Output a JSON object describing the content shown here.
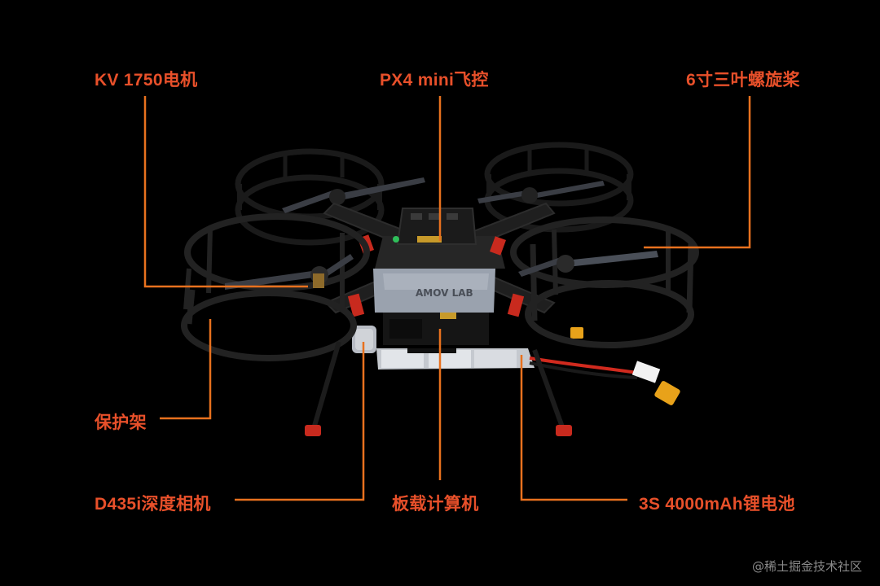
{
  "labels": {
    "motor": "KV 1750电机",
    "flight_controller": "PX4 mini飞控",
    "propeller": "6寸三叶螺旋桨",
    "guard": "保护架",
    "camera": "D435i深度相机",
    "computer": "板载计算机",
    "battery": "3S 4000mAh锂电池"
  },
  "onboard_text": {
    "computer_brand": "AMOV LAB"
  },
  "watermark": "@稀土掘金技术社区",
  "colors": {
    "background": "#000000",
    "label_text": "#e8502a",
    "leader_line": "#e8711e",
    "frame": "#1c1c1c",
    "accent_red": "#d0281c",
    "enclosure": "#9aa2ae"
  }
}
